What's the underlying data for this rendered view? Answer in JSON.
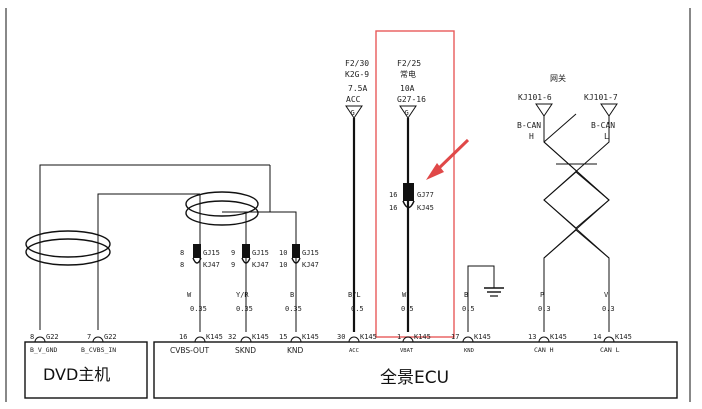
{
  "header": {
    "left_fuse": [
      "F2/30",
      "K2G-9",
      "7.5A",
      "ACC"
    ],
    "right_fuse": [
      "F2/25",
      "常电",
      "10A",
      "G27-16"
    ],
    "gateway": "网关"
  },
  "gateway_pins": {
    "left": "KJ101-6",
    "right": "KJ101-7",
    "left_wire": [
      "B-CAN",
      "H"
    ],
    "right_wire": [
      "B-CAN",
      "L"
    ]
  },
  "fuse_pin": {
    "left": "G",
    "right": "G"
  },
  "inline_connectors": [
    {
      "top": "8",
      "top_conn": "GJ15",
      "bot": "8",
      "bot_conn": "KJ47"
    },
    {
      "top": "9",
      "top_conn": "GJ15",
      "bot": "9",
      "bot_conn": "KJ47"
    },
    {
      "top": "10",
      "top_conn": "GJ15",
      "bot": "10",
      "bot_conn": "KJ47"
    },
    {
      "top": "16",
      "top_conn": "GJ77",
      "bot": "16",
      "bot_conn": "KJ45"
    }
  ],
  "wires": [
    {
      "color": "W",
      "size": "0.35"
    },
    {
      "color": "Y/R",
      "size": "0.35"
    },
    {
      "color": "B",
      "size": "0.35"
    },
    {
      "color": "B/L",
      "size": "0.5"
    },
    {
      "color": "W",
      "size": "0.5"
    },
    {
      "color": "B",
      "size": "0.5"
    },
    {
      "color": "P",
      "size": "0.3"
    },
    {
      "color": "V",
      "size": "0.3"
    }
  ],
  "dvd": {
    "title": "DVD主机",
    "pins": [
      {
        "num": "8",
        "conn": "G22",
        "label": "B_V_GND"
      },
      {
        "num": "7",
        "conn": "G22",
        "label": "B_CVBS_IN"
      }
    ]
  },
  "ecu": {
    "title": "全景ECU",
    "pins": [
      {
        "num": "16",
        "conn": "K145",
        "label": "CVBS-OUT"
      },
      {
        "num": "32",
        "conn": "K145",
        "label": "SKND"
      },
      {
        "num": "15",
        "conn": "K145",
        "label": "KND"
      },
      {
        "num": "30",
        "conn": "K145",
        "label": "ACC"
      },
      {
        "num": "1",
        "conn": "K145",
        "label": "VBAT"
      },
      {
        "num": "17",
        "conn": "K145",
        "label": "KND"
      },
      {
        "num": "13",
        "conn": "K145",
        "label": "CAN H"
      },
      {
        "num": "14",
        "conn": "K145",
        "label": "CAN L"
      }
    ]
  },
  "colors": {
    "highlight": "#e85a5a",
    "arrow": "#e04848",
    "line": "#111111"
  }
}
